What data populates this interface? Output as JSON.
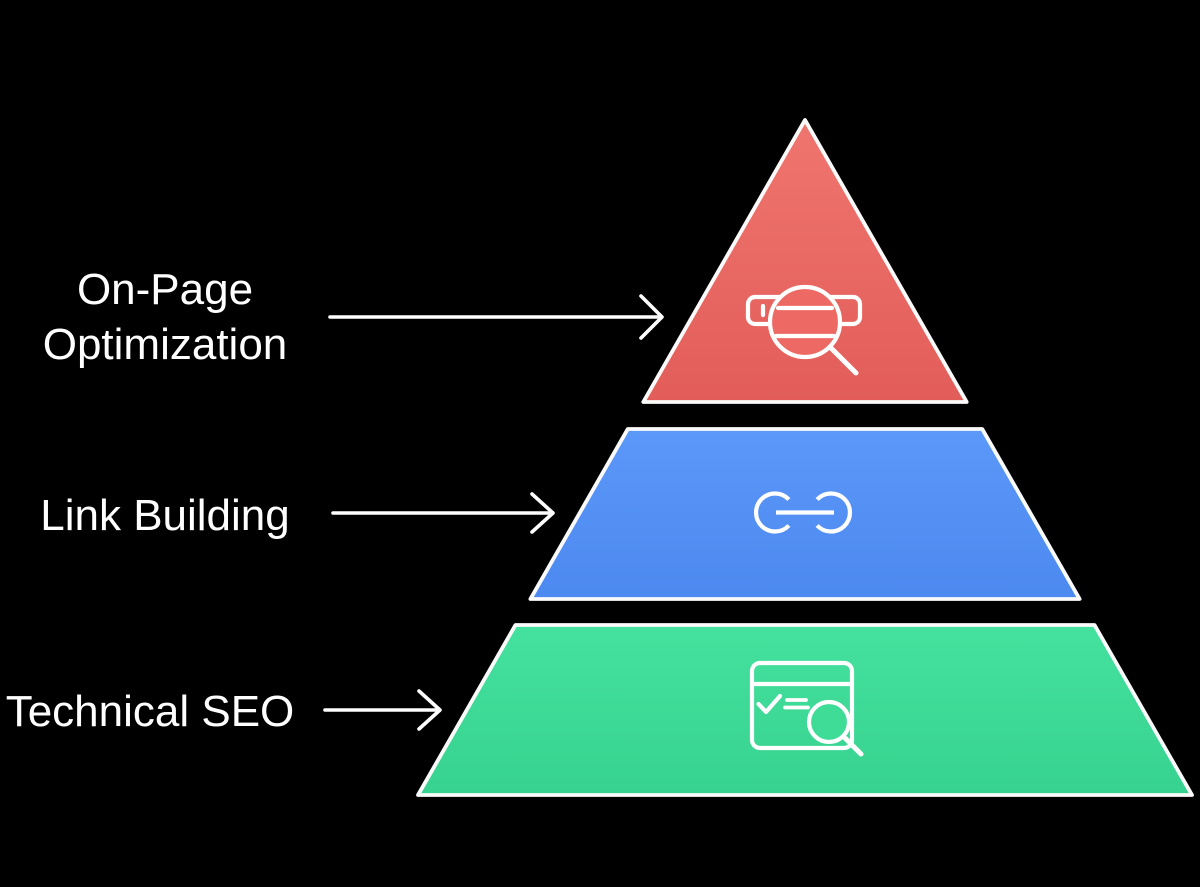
{
  "title": "SEO Pyramid Diagram",
  "colors": {
    "background": "#000000",
    "outline": "#FAFAFA",
    "text": "#FFFFFF",
    "arrow": "#FFFFFF"
  },
  "tiers": [
    {
      "label_line1": "On-Page",
      "label_line2": "Optimization",
      "icon": "page-search-icon",
      "fill": "#EC6964",
      "fill_light": "#F0756F",
      "fill_dark": "#E25D5A"
    },
    {
      "label_line1": "Link Building",
      "icon": "link-icon",
      "fill": "#5592F6",
      "fill_light": "#5C98F8",
      "fill_dark": "#4C89F0"
    },
    {
      "label_line1": "Technical SEO",
      "icon": "site-audit-icon",
      "fill": "#3EDC97",
      "fill_light": "#45E19E",
      "fill_dark": "#37D28F"
    }
  ]
}
